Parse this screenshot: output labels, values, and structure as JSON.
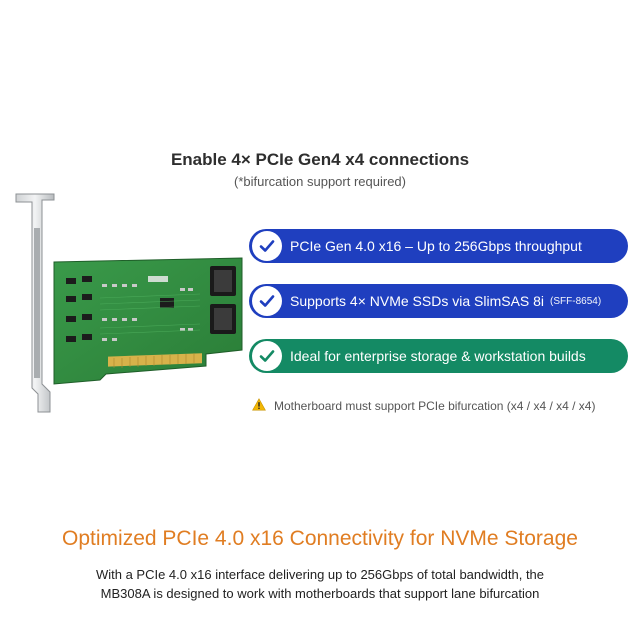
{
  "header": {
    "title": "Enable 4× PCIe Gen4 x4 connections",
    "subtitle": "(*bifurcation support required)"
  },
  "features": [
    {
      "text": "PCIe Gen 4.0 x16 – Up to 256Gbps throughput",
      "note": "",
      "color": "#1f3fbf"
    },
    {
      "text": "Supports 4× NVMe SSDs via SlimSAS 8i",
      "note": "(SFF-8654)",
      "color": "#1f3fbf"
    },
    {
      "text": "Ideal for enterprise storage & workstation builds",
      "note": "",
      "color": "#148a64"
    }
  ],
  "warning": {
    "icon": "warning-triangle-icon",
    "text": "Motherboard must support PCIe bifurcation (x4 / x4 / x4 / x4)"
  },
  "section": {
    "title": "Optimized PCIe 4.0 x16 Connectivity for NVMe Storage",
    "body_line1": "With a PCIe 4.0 x16 interface delivering up to 256Gbps of total bandwidth, the",
    "body_line2": "MB308A is designed to work with motherboards that support lane bifurcation"
  },
  "colors": {
    "accent_orange": "#e07d22",
    "pill_blue": "#1f3fbf",
    "pill_green": "#148a64",
    "pcb_green": "#2f8a3e"
  }
}
